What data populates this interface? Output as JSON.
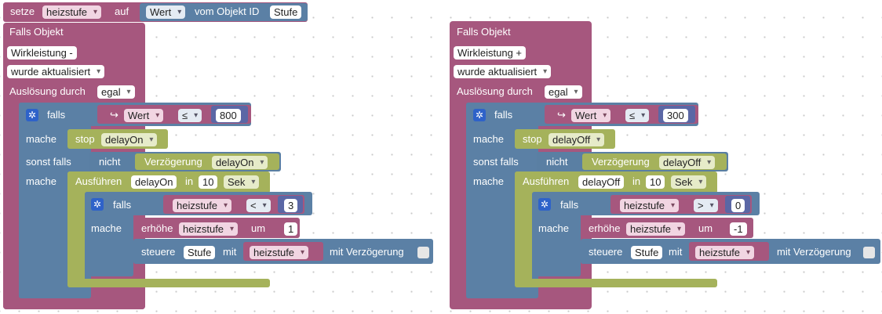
{
  "top": {
    "setze": "setze",
    "var": "heizstufe",
    "auf": "auf",
    "wert": "Wert",
    "vom": "vom Objekt ID",
    "id": "Stufe"
  },
  "left": {
    "falls_objekt": "Falls Objekt",
    "object": "Wirkleistung -",
    "trigger": "wurde aktualisiert",
    "ausloesung": "Auslösung durch",
    "ausloesung_val": "egal",
    "falls": "falls",
    "wert": "Wert",
    "op": "≤",
    "val": "800",
    "mache": "mache",
    "stop": "stop",
    "stop_val": "delayOn",
    "sonst_falls": "sonst falls",
    "nicht": "nicht",
    "verz": "Verzögerung",
    "verz_val": "delayOn",
    "mache2": "mache",
    "ausfuehren": "Ausführen",
    "ausf_name": "delayOn",
    "in": "in",
    "in_val": "10",
    "unit": "Sek",
    "falls2": "falls",
    "var": "heizstufe",
    "op2": "<",
    "val2": "3",
    "mache3": "mache",
    "erhoehe": "erhöhe",
    "erh_var": "heizstufe",
    "um": "um",
    "um_val": "1",
    "steuere": "steuere",
    "steuere_obj": "Stufe",
    "mit": "mit",
    "mit_var": "heizstufe",
    "mit_verz": "mit Verzögerung"
  },
  "right": {
    "falls_objekt": "Falls Objekt",
    "object": "Wirkleistung +",
    "trigger": "wurde aktualisiert",
    "ausloesung": "Auslösung durch",
    "ausloesung_val": "egal",
    "falls": "falls",
    "wert": "Wert",
    "op": "≤",
    "val": "300",
    "mache": "mache",
    "stop": "stop",
    "stop_val": "delayOff",
    "sonst_falls": "sonst falls",
    "nicht": "nicht",
    "verz": "Verzögerung",
    "verz_val": "delayOff",
    "mache2": "mache",
    "ausfuehren": "Ausführen",
    "ausf_name": "delayOff",
    "in": "in",
    "in_val": "10",
    "unit": "Sek",
    "falls2": "falls",
    "var": "heizstufe",
    "op2": ">",
    "val2": "0",
    "mache3": "mache",
    "erhoehe": "erhöhe",
    "erh_var": "heizstufe",
    "um": "um",
    "um_val": "-1",
    "steuere": "steuere",
    "steuere_obj": "Stufe",
    "mit": "mit",
    "mit_var": "heizstufe",
    "mit_verz": "mit Verzögerung"
  }
}
